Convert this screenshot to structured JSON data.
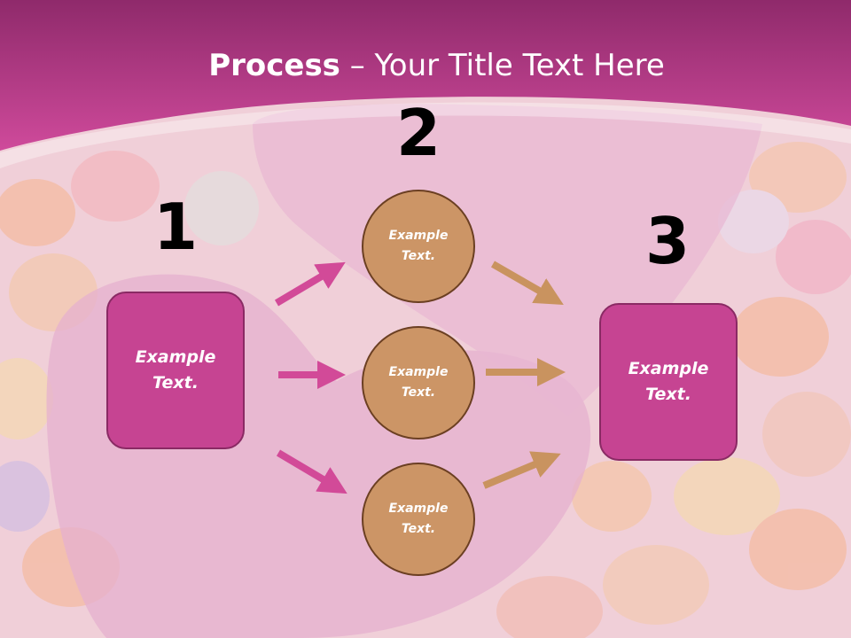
{
  "slide": {
    "title_bold": "Process",
    "title_rest": " – Your Title Text Here",
    "colors": {
      "header": "#c23a8f",
      "box": "#c64492",
      "circle": "#cc9566",
      "pink_arrow": "#d24a98",
      "tan_arrow": "#c9935f"
    }
  },
  "steps": [
    {
      "number": "1",
      "node": {
        "line1": "Example",
        "line2": "Text."
      }
    },
    {
      "number": "2",
      "nodes": [
        {
          "line1": "Example",
          "line2": "Text."
        },
        {
          "line1": "Example",
          "line2": "Text."
        },
        {
          "line1": "Example",
          "line2": "Text."
        }
      ]
    },
    {
      "number": "3",
      "node": {
        "line1": "Example",
        "line2": "Text."
      }
    }
  ]
}
